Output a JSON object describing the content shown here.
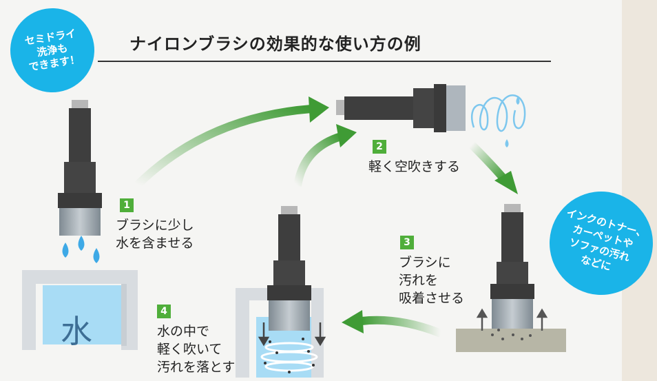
{
  "title": "ナイロンブラシの効果的な使い方の例",
  "badges": {
    "left": "セミドライ\n洗浄も\nできます！",
    "right": "インクのトナー、\nカーペットや\nソファの汚れ\nなどに"
  },
  "steps": [
    {
      "num": "1",
      "text": "ブラシに少し\n水を含ませる"
    },
    {
      "num": "2",
      "text": "軽く空吹きする"
    },
    {
      "num": "3",
      "text": "ブラシに\n汚れを\n吸着させる"
    },
    {
      "num": "4",
      "text": "水の中で\n軽く吹いて\n汚れを落とす"
    }
  ],
  "cup_label": "水",
  "colors": {
    "badge": "#1ab4e8",
    "step_number": "#4fae3a",
    "arrow": "#3f9b35",
    "brush_body": "#3e3e3e",
    "bristles": "#9aa5ad",
    "water": "#a8dcf5",
    "surface": "#b7b6a6"
  },
  "icons": [
    "water-drop-icon",
    "air-swirl-icon",
    "arrow-icon"
  ]
}
